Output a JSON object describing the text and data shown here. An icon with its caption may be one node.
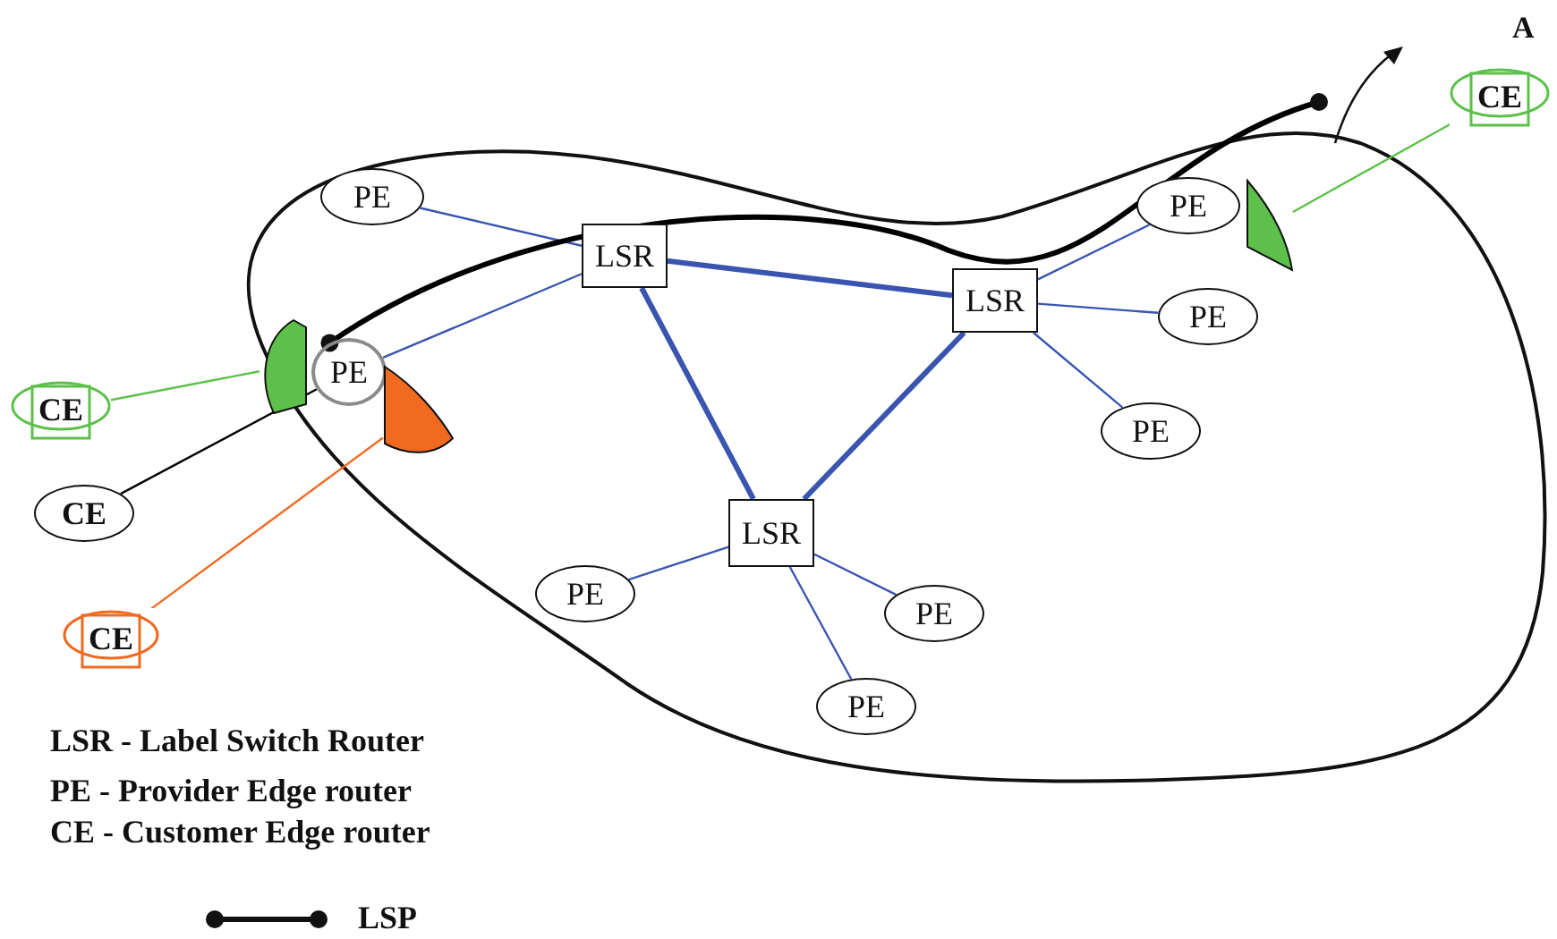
{
  "diagram": {
    "nodes": [
      {
        "text": [],
        "shape": "cloud"
      },
      {
        "text": [
          "PE"
        ],
        "in": 0
      },
      {
        "text": [
          "LSR"
        ],
        "in": 0
      },
      {
        "text": [
          "PE"
        ],
        "in": 0
      },
      {
        "text": [
          "LSR"
        ],
        "in": 0
      },
      {
        "text": [
          "PE"
        ],
        "in": 0
      },
      {
        "text": [
          "PE"
        ],
        "in": 0
      },
      {
        "text": [
          "PE"
        ],
        "in": 0
      },
      {
        "text": [
          "LSR"
        ],
        "in": 0
      },
      {
        "text": [
          "PE"
        ],
        "in": 0
      },
      {
        "text": [
          "PE"
        ],
        "in": 0
      },
      {
        "text": [
          "PE"
        ],
        "in": 0
      },
      {
        "text": [
          "CE"
        ]
      },
      {
        "text": [
          "CE"
        ]
      },
      {
        "text": [
          "CE"
        ]
      },
      {
        "text": [
          "CE"
        ]
      },
      {
        "text": [],
        "shape": "wedge",
        "in": 0
      },
      {
        "text": [],
        "shape": "wedge",
        "in": 0
      },
      {
        "text": [],
        "shape": "wedge",
        "in": 0
      }
    ],
    "edges": [
      {
        "from": 1,
        "to": 2,
        "arrow": "none"
      },
      {
        "from": 6,
        "to": 2,
        "arrow": "none"
      },
      {
        "from": 2,
        "to": 4,
        "arrow": "none",
        "style": "thick"
      },
      {
        "from": 2,
        "to": 8,
        "arrow": "none",
        "style": "thick"
      },
      {
        "from": 4,
        "to": 8,
        "arrow": "none",
        "style": "thick"
      },
      {
        "from": 4,
        "to": 3,
        "arrow": "none"
      },
      {
        "from": 4,
        "to": 5,
        "arrow": "none"
      },
      {
        "from": 4,
        "to": 7,
        "arrow": "none"
      },
      {
        "from": 8,
        "to": 9,
        "arrow": "none"
      },
      {
        "from": 8,
        "to": 10,
        "arrow": "none"
      },
      {
        "from": 8,
        "to": 11,
        "arrow": "none"
      },
      {
        "from": 18,
        "to": 12,
        "arrow": "none",
        "color": "#5cc04a"
      },
      {
        "from": 16,
        "to": 13,
        "arrow": "none",
        "color": "#5cc04a"
      },
      {
        "from": 6,
        "to": 14,
        "arrow": "none",
        "color": "#000000"
      },
      {
        "from": 17,
        "to": 15,
        "arrow": "none",
        "color": "#f06a20"
      },
      {
        "from": 6,
        "to": null,
        "arrow": "other",
        "style": "thick",
        "color": "#000000"
      }
    ],
    "labels": [
      "A",
      "LSR - Label Switch Router",
      "PE - Provider Edge router",
      "CE - Customer Edge router"
    ],
    "legend": [
      {
        "text": "LSP"
      }
    ]
  }
}
